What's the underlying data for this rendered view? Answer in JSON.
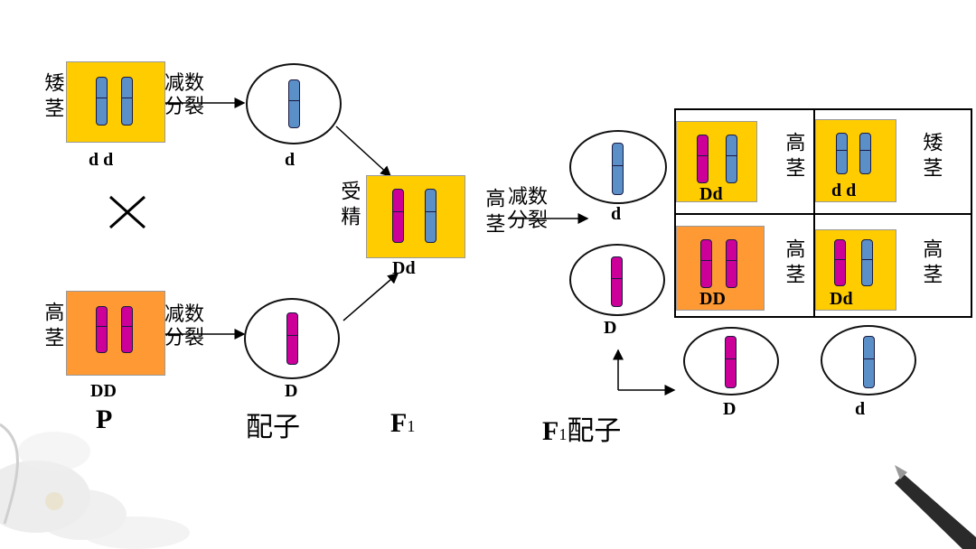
{
  "colors": {
    "recessive_chromosome": "#5B8FC8",
    "dominant_chromosome": "#CC0099",
    "homozygous_recessive_box": "#FFCC00",
    "homozygous_dominant_box": "#FF9933",
    "heterozygous_box": "#FFCC00"
  },
  "parents": {
    "short": {
      "phenotype": "矮茎",
      "genotype": "d d"
    },
    "tall": {
      "phenotype": "高茎",
      "genotype": "DD"
    },
    "cross_symbol": "×"
  },
  "process": {
    "meiosis": "减数分裂",
    "fertilization": "受精"
  },
  "gametes": {
    "from_short": "d",
    "from_tall": "D"
  },
  "f1": {
    "genotype": "Dd",
    "phenotype": "高茎"
  },
  "f1_gametes": {
    "left_top": "d",
    "left_bottom": "D",
    "bottom_left": "D",
    "bottom_right": "d"
  },
  "punnett": [
    {
      "genotype": "Dd",
      "phenotype": "高茎"
    },
    {
      "genotype": "d d",
      "phenotype": "矮茎"
    },
    {
      "genotype": "DD",
      "phenotype": "高茎"
    },
    {
      "genotype": "Dd",
      "phenotype": "高茎"
    }
  ],
  "labels": {
    "p": "P",
    "gamete": "配子",
    "f1": "F",
    "f1_sub": "1",
    "f1_gamete_f": "F",
    "f1_gamete_sub": "1",
    "f1_gamete_word": "配子"
  }
}
